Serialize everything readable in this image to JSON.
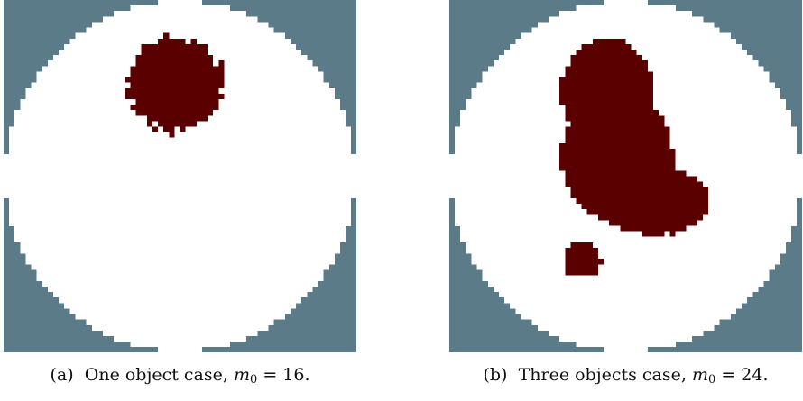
{
  "colors": {
    "background": "#5b7b88",
    "domain": "#ffffff",
    "object": "#5a0000"
  },
  "captions": [
    {
      "label": "(a)",
      "text": "One object case,",
      "variable": "m",
      "subscript": "0",
      "equals": "= 16."
    },
    {
      "label": "(b)",
      "text": "Three objects case,",
      "variable": "m",
      "subscript": "0",
      "equals": "= 24."
    }
  ]
}
